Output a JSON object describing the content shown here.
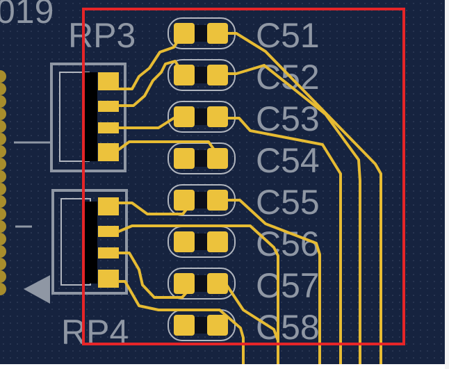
{
  "colors": {
    "board": "#16233f",
    "trace": "#e6bb33",
    "pad": "#ecc23c",
    "silkscreen": "#8f97a4",
    "courtyard": "#b1b6bf",
    "selection": "#e52528",
    "body": "#000000",
    "dots": "#3d4a66"
  },
  "labels": {
    "fragment": "019",
    "rp3": "RP3",
    "rp4": "RP4",
    "c51": "C51",
    "c52": "C52",
    "c53": "C53",
    "c54": "C54",
    "c55": "C55",
    "c56": "C56",
    "c57": "C57",
    "c58": "C58"
  },
  "icons": {
    "direction_marker": "left-triangle-icon"
  }
}
